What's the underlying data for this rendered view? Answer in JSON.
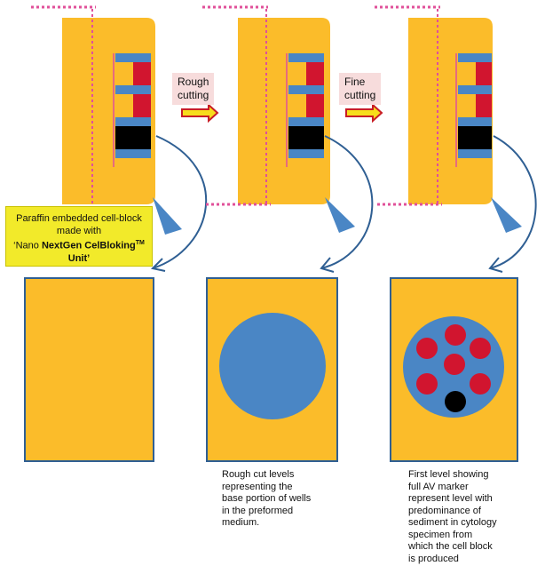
{
  "labels": {
    "rough_cutting": "Rough\ncutting",
    "fine_cutting": "Fine\ncutting"
  },
  "callout": {
    "line1": "Paraffin embedded cell-block",
    "line2": "made  with",
    "line3_prefix": "‘Nano ",
    "line3_bold": "NextGen CelBloking",
    "line3_sup": "TM",
    "line4": "Unit’"
  },
  "captions": {
    "rough_cut": "Rough cut levels\nrepresenting the\nbase portion of wells\nin the preformed\nmedium.",
    "first_level": "First level showing\nfull AV marker\nrepresent level with\npredominance of\nsediment in cytology\nspecimen from\nwhich the cell block\nis produced"
  },
  "colors": {
    "paraffin": "#fbbc2a",
    "well": "#4a86c5",
    "sample": "#d1152f",
    "marker": "#000000",
    "cut_line": "#e0509a",
    "arrow_fill": "#f7dd1b",
    "arrow_stroke": "#c81d25",
    "frame": "#2f5f93"
  }
}
